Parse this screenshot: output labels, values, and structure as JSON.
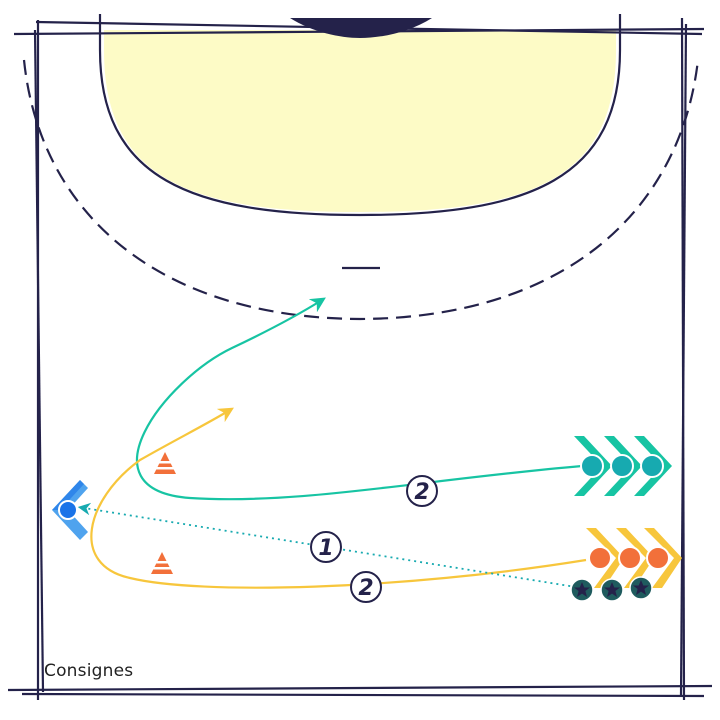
{
  "caption": "Consignes",
  "steps": {
    "pass": "1",
    "run_teal": "2",
    "run_yellow": "2"
  },
  "colors": {
    "line": "#24224a",
    "zone_fill": "#fdfbc6",
    "teal": "#17c4a3",
    "teal_dot": "#17aab0",
    "yellow": "#f7c63c",
    "orange_dot": "#f2703a",
    "blue": "#1a73e8",
    "cone": "#f2703a"
  },
  "icons": {
    "goalkeeper": "goalkeeper-chevron-icon",
    "attackers_teal": "teal-chevron-players-icon",
    "attackers_orange": "orange-chevron-players-icon",
    "balls": "star-ball-icon",
    "cones": "cone-icon"
  }
}
